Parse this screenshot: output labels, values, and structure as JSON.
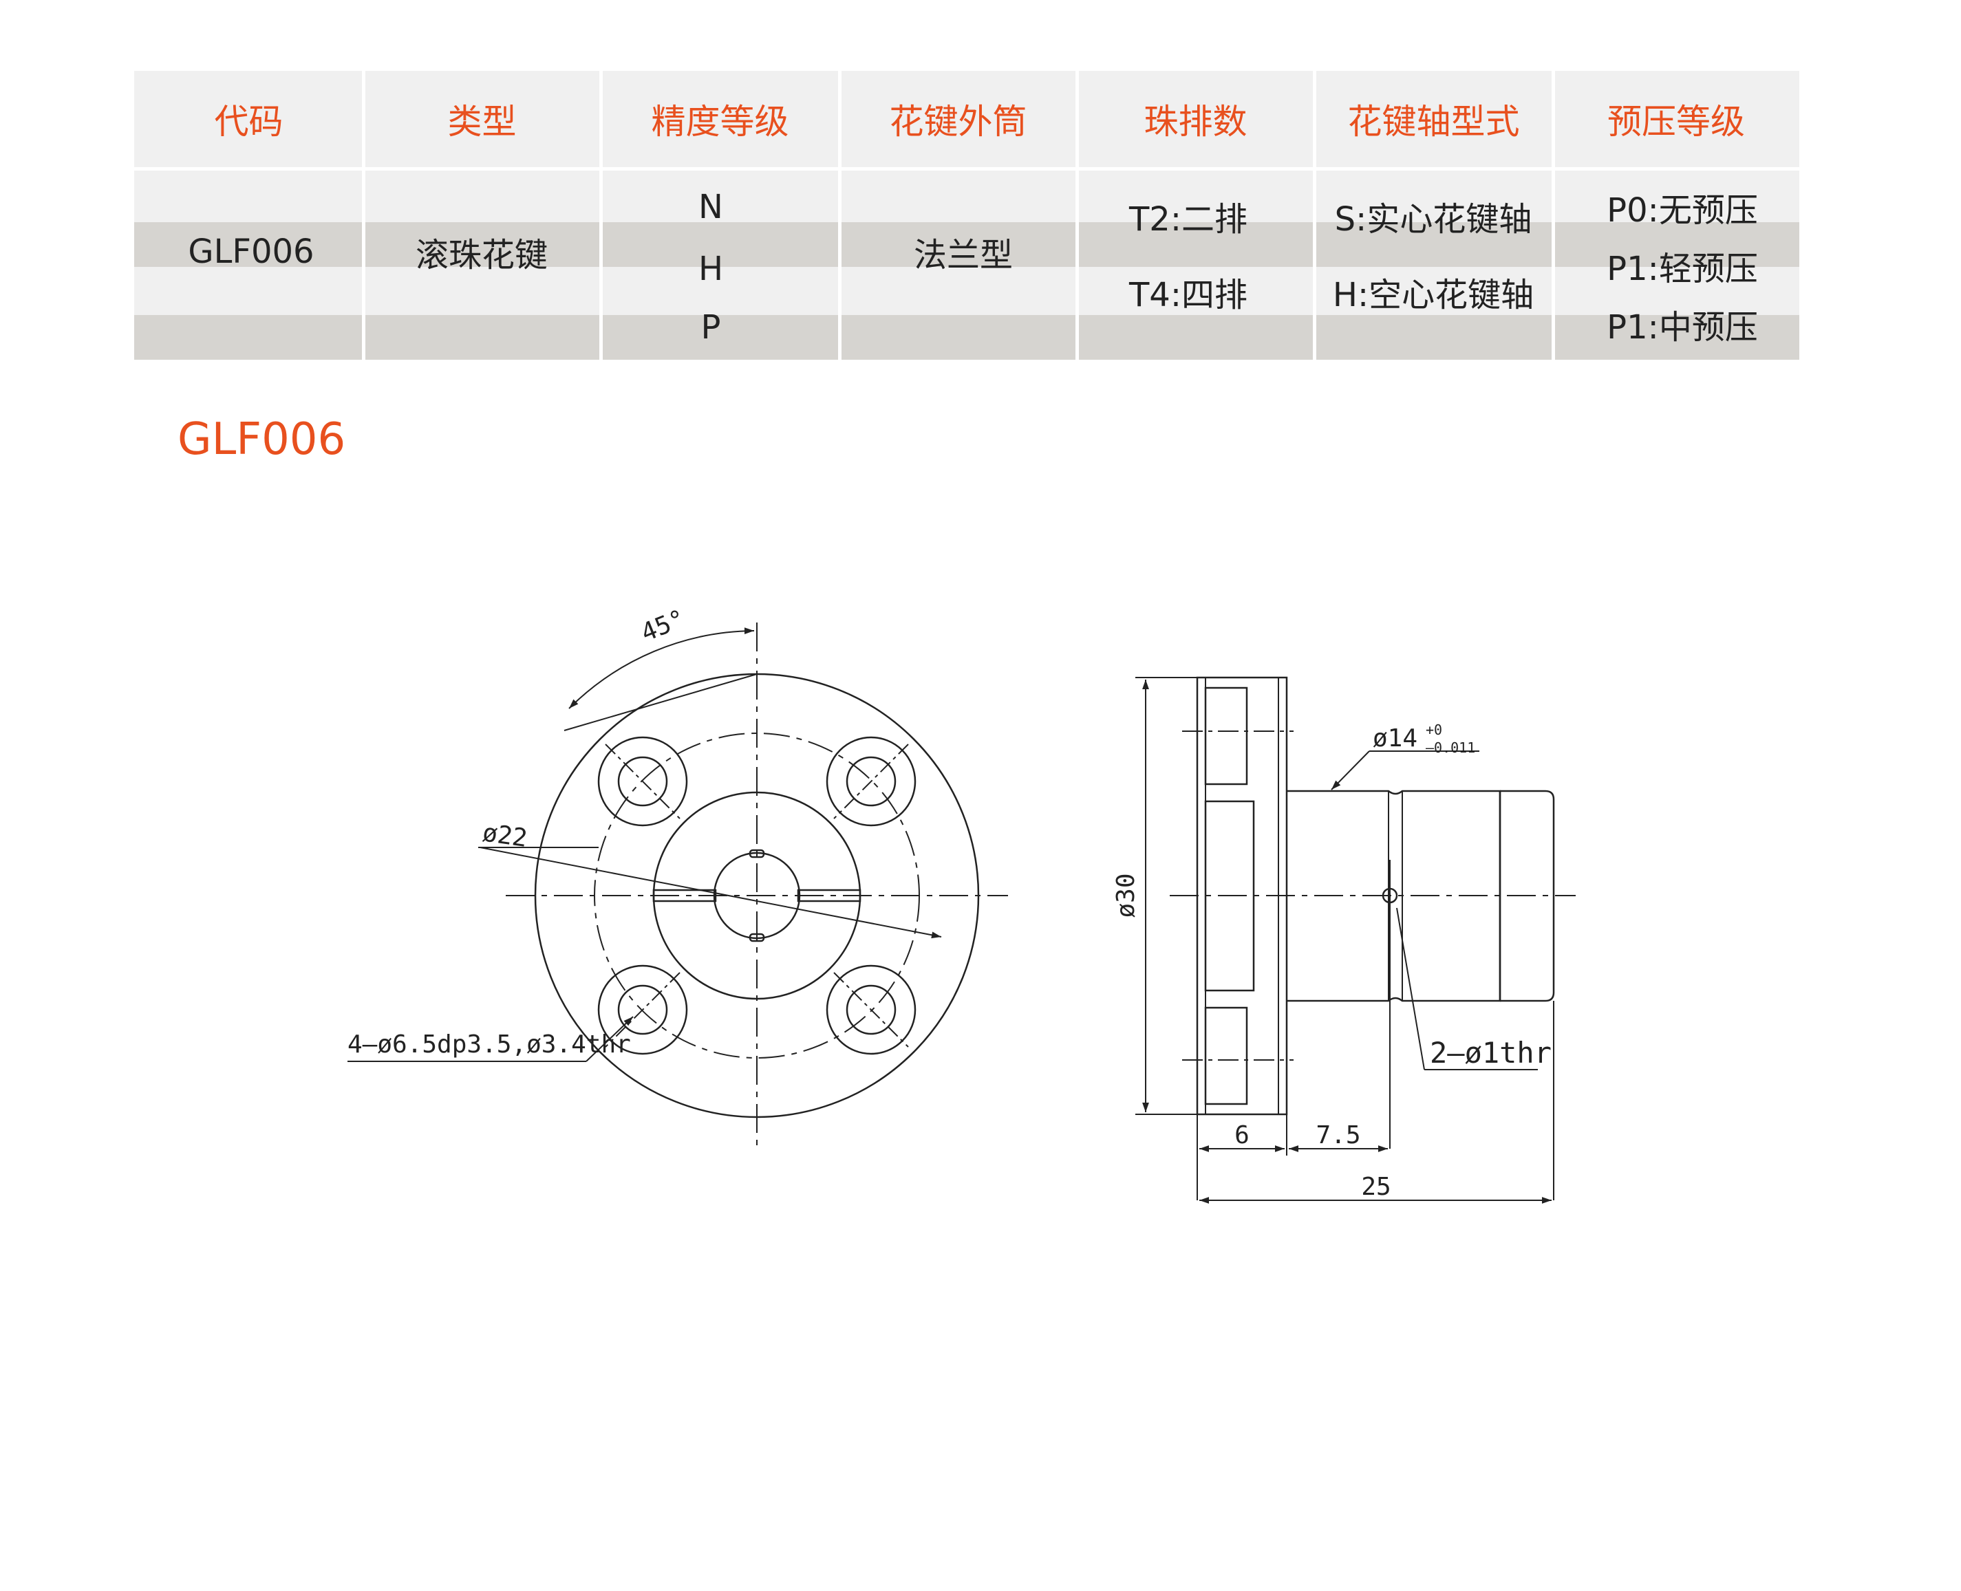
{
  "table": {
    "headers": [
      "代码",
      "类型",
      "精度等级",
      "花键外筒",
      "珠排数",
      "花键轴型式",
      "预压等级"
    ],
    "code": "GLF006",
    "type": "滚珠花键",
    "precision": [
      "N",
      "H",
      "P"
    ],
    "outer_cylinder": "法兰型",
    "ball_rows": [
      "T2:二排",
      "T4:四排"
    ],
    "shaft_type": [
      "S:实心花键轴",
      "H:空心花键轴"
    ],
    "preload": [
      "P0:无预压",
      "P1:轻预压",
      "P1:中预压"
    ]
  },
  "model_title": "GLF006",
  "drawing": {
    "front_view": {
      "angle_label": "45°",
      "pcd_label": "ø22",
      "hole_label": "4–ø6.5dp3.5,ø3.4thr"
    },
    "side_view": {
      "outer_dia_label": "ø30",
      "shaft_dia_label": "ø14",
      "tol_upper": "+0",
      "tol_lower": "–0.011",
      "oil_hole_label": "2–ø1thr",
      "dim_flange": "6",
      "dim_offset": "7.5",
      "dim_total": "25"
    }
  },
  "colors": {
    "accent": "#e8501e",
    "band_light": "#f0f0f0",
    "band_dark": "#d6d4d0"
  }
}
